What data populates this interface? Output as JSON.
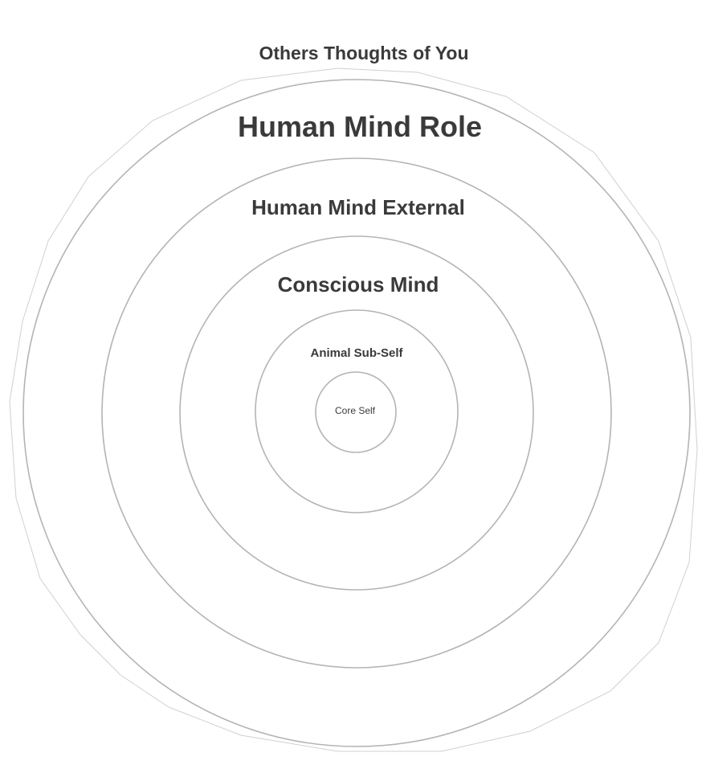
{
  "diagram": {
    "title": "Others Thoughts of You",
    "layers": [
      {
        "label": "Human Mind Role"
      },
      {
        "label": "Human Mind External"
      },
      {
        "label": "Conscious Mind"
      },
      {
        "label": "Animal Sub-Self"
      },
      {
        "label": "Core Self"
      }
    ]
  }
}
